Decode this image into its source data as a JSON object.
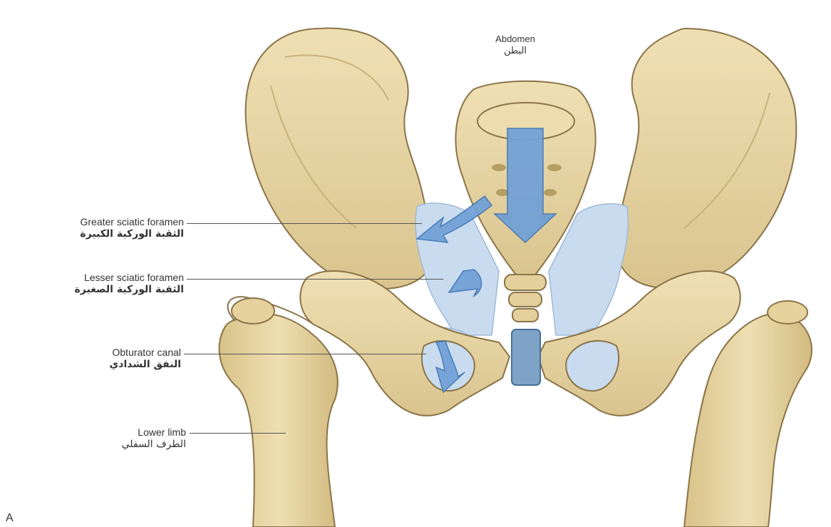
{
  "labels": {
    "abdomen": {
      "en": "Abdomen",
      "ar": "البطن"
    },
    "greater_sciatic_foramen": {
      "en": "Greater sciatic foramen",
      "ar": "الثقبة الوركية الكبيرة"
    },
    "lesser_sciatic_foramen": {
      "en": "Lesser sciatic foramen",
      "ar": "الثقبة الوركية الصغيرة"
    },
    "obturator_canal": {
      "en": "Obturator canal",
      "ar": "النفق الشدادي"
    },
    "lower_limb": {
      "en": "Lower limb",
      "ar": "الطرف السفلي"
    }
  },
  "panel_letter": "A",
  "colors": {
    "bone": "#e8d7a6",
    "bone_shadow": "#c9b27a",
    "bone_outline": "#8a7448",
    "ligament": "#c9dcef",
    "arrow": "#6fa0d8",
    "arrow_outline": "#3f74b3",
    "background": "#ffffff"
  }
}
